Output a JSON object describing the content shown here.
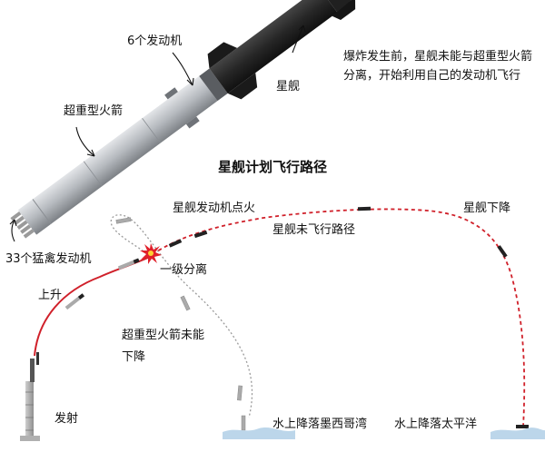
{
  "labels": {
    "six_engines": "6个发动机",
    "starship": "星舰",
    "super_heavy": "超重型火箭",
    "engines_33": "33个猛禽发动机",
    "explosion_note": "爆炸发生前，星舰未能与超重型火箭分离，开始利用自己的发动机飞行",
    "title": "星舰计划飞行路径",
    "starship_ignition": "星舰发动机点火",
    "starship_unflown_path": "星舰未飞行路径",
    "starship_descent": "星舰下降",
    "stage_separation": "一级分离",
    "ascent": "上升",
    "super_heavy_fail_line1": "超重型火箭未能",
    "super_heavy_fail_line2": "下降",
    "launch": "发射",
    "splashdown_gulf": "水上降落墨西哥湾",
    "splashdown_pacific": "水上降落太平洋"
  },
  "colors": {
    "ascent_path": "#d0202a",
    "planned_path": "#d0202a",
    "booster_return": "#9a9a9a",
    "explosion": "#e0202a",
    "starship_body": "#262626",
    "booster_body": "#a9adb3",
    "water": "#bcd6ea"
  },
  "icons": [
    "starship-rocket-icon",
    "explosion-icon",
    "arrow-icon",
    "water-splash-icon"
  ]
}
